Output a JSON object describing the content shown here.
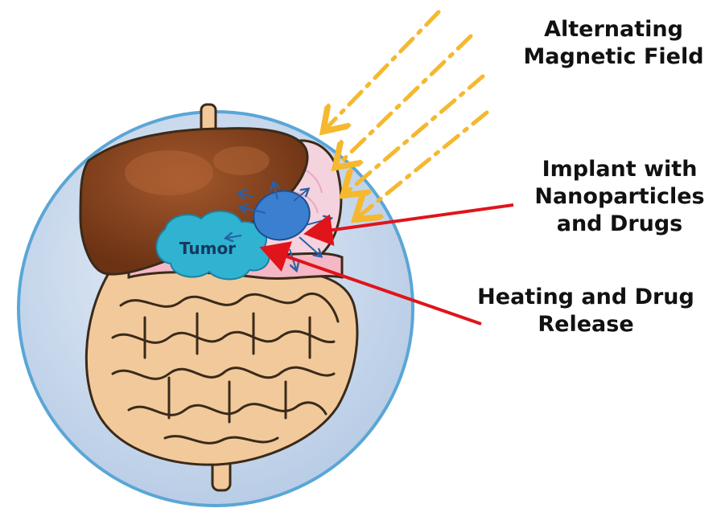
{
  "labels": {
    "field_line1": "Alternating",
    "field_line2": "Magnetic Field",
    "implant_line1": "Implant with",
    "implant_line2": "Nanoparticles",
    "implant_line3": "and Drugs",
    "heating_line1": "Heating and Drug",
    "heating_line2": "Release",
    "tumor": "Tumor"
  },
  "colors": {
    "circle_fill": "#c9d7ea",
    "circle_stroke": "#5aa6d6",
    "liver": "#7a3d1a",
    "stomach": "#f4d3df",
    "intestine": "#f2c99a",
    "implant": "#3b7fd0",
    "tumor": "#2fb3d1",
    "field_rays": "#f5b82e",
    "pointer_arrows": "#e0141b"
  },
  "icons": {
    "field": "dash-dot-arrow-rays",
    "pointer": "red-arrow"
  }
}
